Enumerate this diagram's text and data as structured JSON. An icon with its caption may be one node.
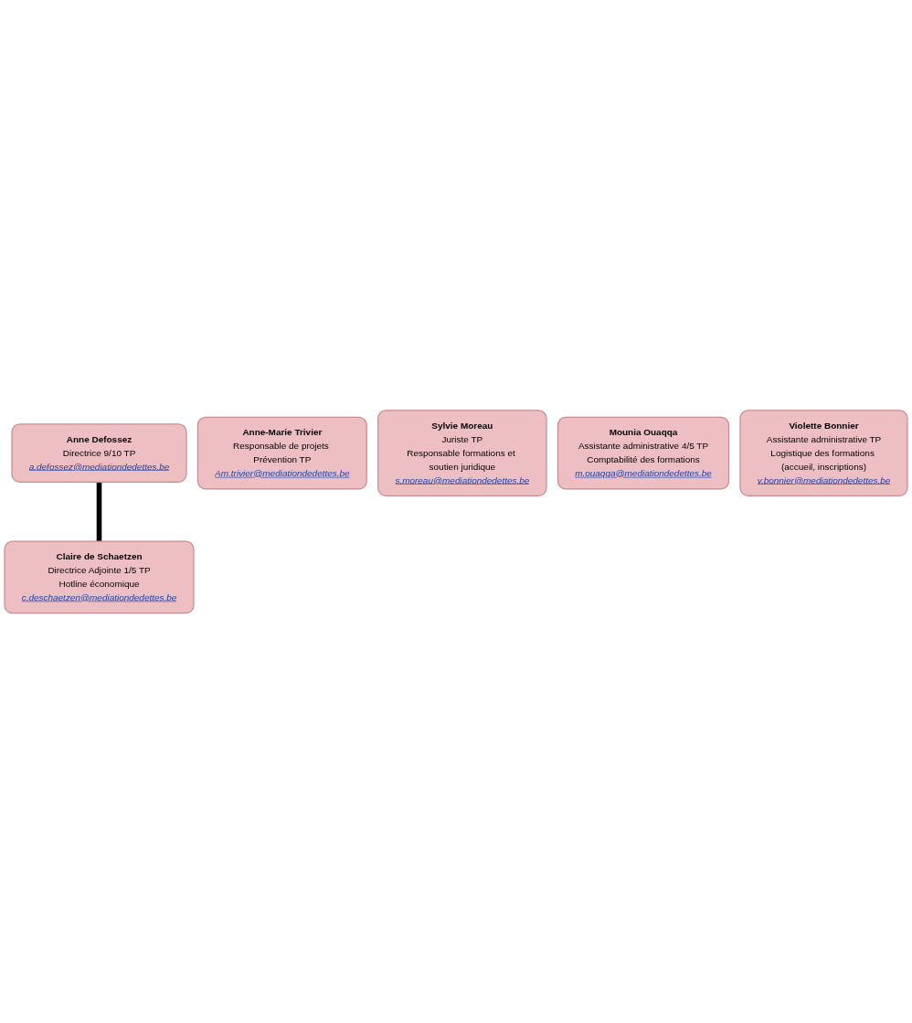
{
  "diagram": {
    "nodes": [
      {
        "text": [
          "Anne Defossez",
          "Directrice 9/10 TP",
          "a.defossez@mediationdedettes.be"
        ]
      },
      {
        "text": [
          "Claire de Schaetzen",
          "Directrice Adjointe 1/5 TP",
          "Hotline économique",
          "c.deschaetzen@mediationdedettes.be"
        ]
      },
      {
        "text": [
          "Anne-Marie Trivier",
          "Responsable de projets Prévention TP",
          "Am.trivier@mediationdedettes.be"
        ]
      },
      {
        "text": [
          "Sylvie Moreau",
          "Juriste TP",
          "Responsable formations et soutien juridique",
          "s.moreau@mediationdedettes.be"
        ]
      },
      {
        "text": [
          "Mounia Ouaqqa",
          "Assistante administrative 4/5 TP",
          "Comptabilité des formations",
          "m.ouaqqa@mediationdedettes.be"
        ]
      },
      {
        "text": [
          "Violette Bonnier",
          "Assistante administrative TP",
          "Logistique des formations (accueil, inscriptions)",
          "v.bonnier@mediationdedettes.be"
        ]
      }
    ],
    "edges": [
      {
        "from": 0,
        "to": 1,
        "arrow": "none"
      }
    ]
  }
}
